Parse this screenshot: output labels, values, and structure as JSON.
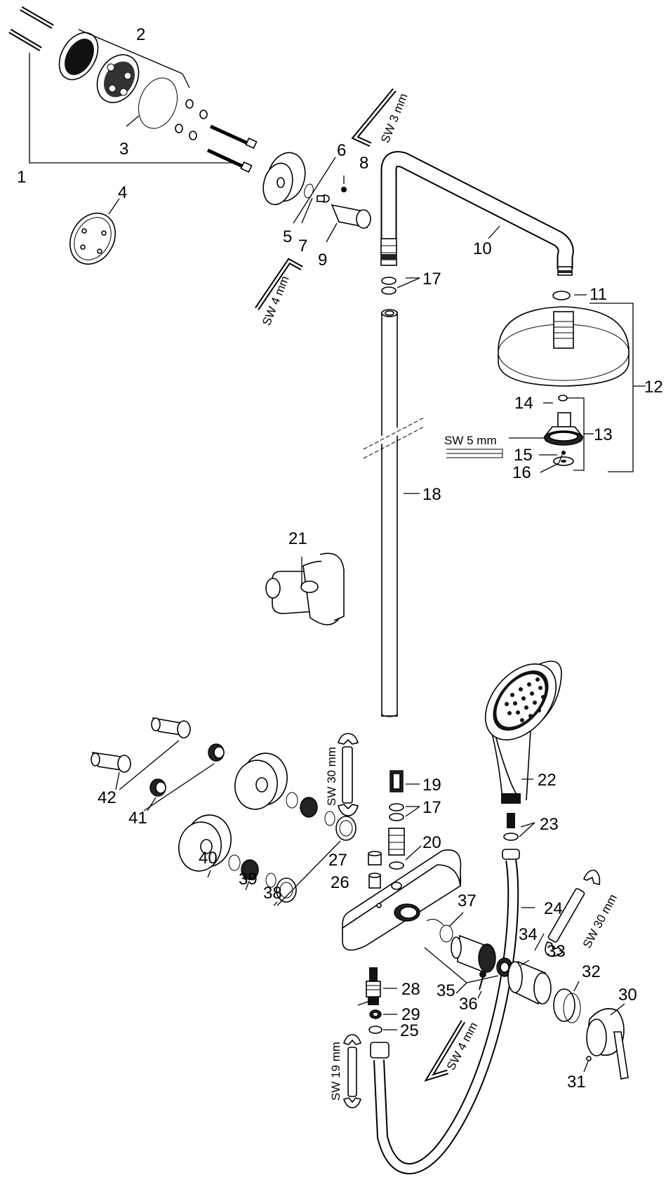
{
  "labels": {
    "p1": "1",
    "p2": "2",
    "p3": "3",
    "p4": "4",
    "p5": "5",
    "p6": "6",
    "p7": "7",
    "p8": "8",
    "p9": "9",
    "p10": "10",
    "p11": "11",
    "p12": "12",
    "p13": "13",
    "p14": "14",
    "p15": "15",
    "p16": "16",
    "p17a": "17",
    "p17b": "17",
    "p18": "18",
    "p19": "19",
    "p20": "20",
    "p21": "21",
    "p22": "22",
    "p23": "23",
    "p24": "24",
    "p25": "25",
    "p26": "26",
    "p27": "27",
    "p28": "28",
    "p29": "29",
    "p30": "30",
    "p31": "31",
    "p32": "32",
    "p33": "33",
    "p34": "34",
    "p35": "35",
    "p36": "36",
    "p37": "37",
    "p38": "38",
    "p39": "39",
    "p40": "40",
    "p41": "41",
    "p42": "42"
  },
  "tools": {
    "sw3": "SW 3 mm",
    "sw4a": "SW 4 mm",
    "sw5": "SW 5 mm",
    "sw30a": "SW 30 mm",
    "sw30b": "SW 30 mm",
    "sw19": "SW 19 mm",
    "sw4b": "SW 4 mm"
  }
}
